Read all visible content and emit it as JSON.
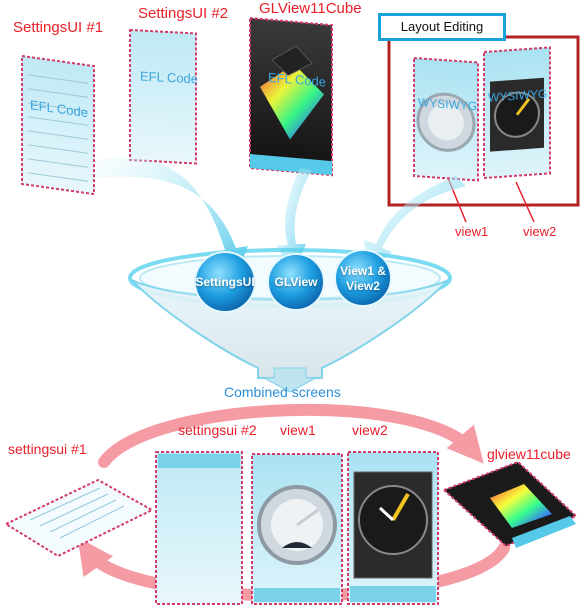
{
  "labels": {
    "settingsui1_top": "SettingsUI #1",
    "settingsui2_top": "SettingsUI #2",
    "glview_top": "GLView11Cube",
    "layout_editing": "Layout Editing",
    "view1_top": "view1",
    "view2_top": "view2",
    "combined": "Combined screens",
    "settingsui1_bottom": "settingsui #1",
    "settingsui2_bottom": "settingsui #2",
    "view1_bottom": "view1",
    "view2_bottom": "view2",
    "glview_bottom": "glview11cube"
  },
  "screen_text": {
    "efl_code": "EFL Code",
    "efl_code_cube": "EFL Code",
    "wysiwyg": "WYSIWYG"
  },
  "funnel_balls": {
    "settings": "SettingsUI",
    "glview": "GLView",
    "view12_line1": "View1 &",
    "view12_line2": "View2"
  },
  "colors": {
    "accent_red": "#e8202a",
    "frame_border": "#d23c6a",
    "layout_border": "#b22222",
    "layout_label_border": "#1aa2db",
    "arrow_cyan": "#5ad2ec",
    "cycle_pink": "#f27a86"
  }
}
